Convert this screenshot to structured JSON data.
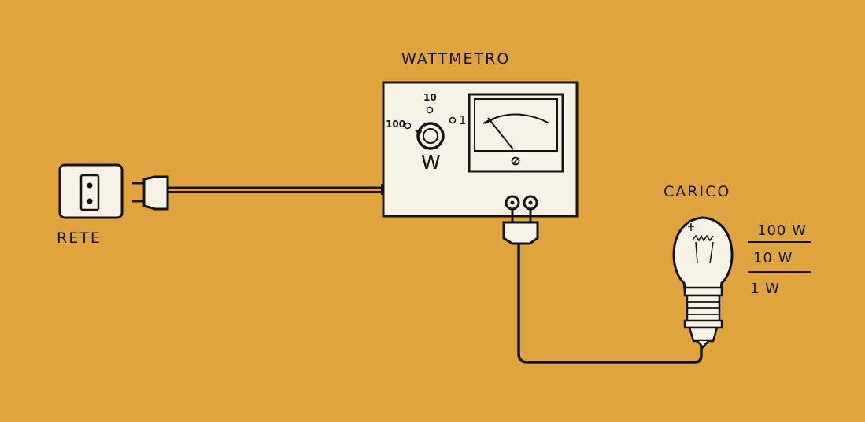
{
  "diagram": {
    "socket_label": "RETE",
    "meter_title": "WATTMETRO",
    "range_selector": {
      "positions": [
        "100",
        "10",
        "1"
      ],
      "unit": "W"
    },
    "load_label": "CARICO",
    "load_ratings": [
      "100 W",
      "10 W",
      "1 W"
    ]
  },
  "colors": {
    "background": "#e0a43f",
    "device_fill": "#f6f2e6",
    "ink": "#141414"
  }
}
